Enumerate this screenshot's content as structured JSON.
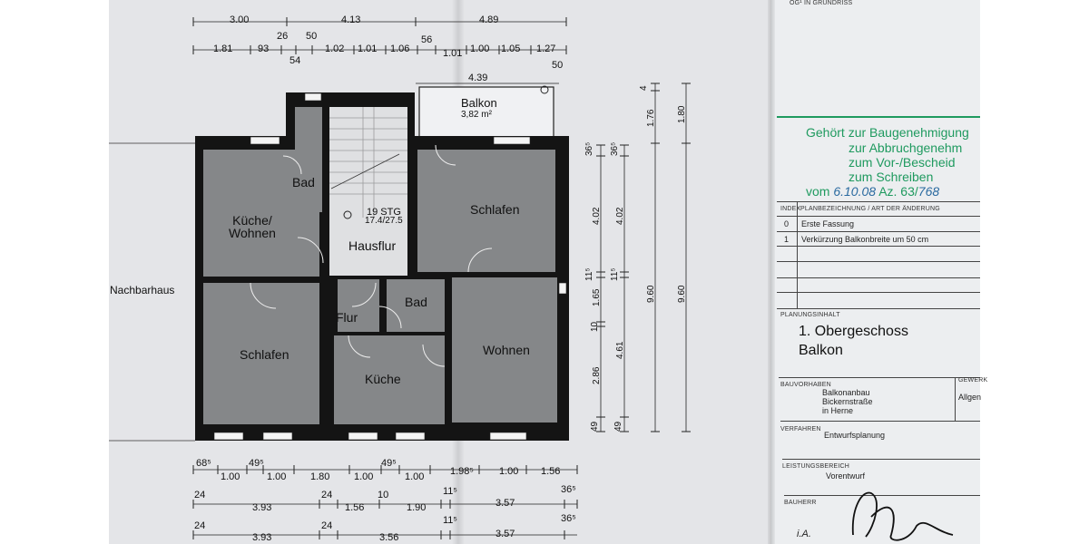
{
  "plan": {
    "rooms": {
      "balkon": "Balkon",
      "balkon_area": "3,82 m²",
      "bad_top": "Bad",
      "kueche_wohnen": "Küche/\nWohnen",
      "stairs": "19 STG",
      "stairs_ratio": "17.4/27.5",
      "hausflur": "Hausflur",
      "schlafen_right": "Schlafen",
      "schlafen_left": "Schlafen",
      "flur": "Flur",
      "bad_mid": "Bad",
      "kueche": "Küche",
      "wohnen": "Wohnen",
      "nachbarhaus": "Nachbarhaus"
    },
    "top_dims": {
      "row1": [
        "3.00",
        "4.13",
        "4.89"
      ],
      "row2": [
        "1.81",
        "93",
        "26",
        "50",
        "54",
        "1.02",
        "1.01",
        "1.06",
        "56",
        "1.01",
        "1.00",
        "1.05",
        "1.27"
      ],
      "balkon_width": "4.39",
      "balkon_right": "50"
    },
    "right_dims": {
      "col1": [
        "36⁵",
        "4.02",
        "11⁵",
        "1.65",
        "10",
        "2.86",
        "49"
      ],
      "col2": [
        "36⁵",
        "4.02",
        "11⁵",
        "4.61",
        "49"
      ],
      "col3": [
        "4",
        "1.76",
        "9.60"
      ],
      "col4": [
        "1.80",
        "9.60"
      ]
    },
    "bottom_dims": {
      "row1": [
        "68⁵",
        "1.00",
        "49⁵",
        "1.00",
        "1.80",
        "1.00",
        "49⁵",
        "1.00",
        "1.98⁵",
        "1.00",
        "1.56"
      ],
      "row2": [
        "24",
        "3.93",
        "24",
        "1.56",
        "10",
        "1.90",
        "11⁵",
        "3.57",
        "36⁵"
      ],
      "row3": [
        "24",
        "3.93",
        "24",
        "3.56",
        "11⁵",
        "3.57",
        "36⁵"
      ]
    }
  },
  "stamp": {
    "line1": "Gehört zur Baugenehmigung",
    "line2": "zur Abbruchgenehm",
    "line3": "zum Vor-/Bescheid",
    "line4": "zum Schreiben",
    "line5_prefix": "vom",
    "line5_date": "6.10.08",
    "line5_az": "Az. 63/",
    "line5_num": "768"
  },
  "title_block": {
    "top_note": "OG¹ IN GRUNDRISS",
    "index_header": "INDEX",
    "change_header": "PLANBEZEICHNUNG / ART DER ÄNDERUNG",
    "changes": [
      {
        "index": "0",
        "text": "Erste Fassung"
      },
      {
        "index": "1",
        "text": "Verkürzung Balkonbreite um 50 cm"
      }
    ],
    "planinhalt_label": "PLANUNGSINHALT",
    "planinhalt_line1": "1. Obergeschoss",
    "planinhalt_line2": "Balkon",
    "bauvorhaben_label": "BAUVORHABEN",
    "bauvorhaben_lines": [
      "Balkonanbau",
      "Bickernstraße",
      "in Herne"
    ],
    "gewerk_label": "GEWERK",
    "gewerk_value": "Allgen",
    "verfahren_label": "VERFAHREN",
    "verfahren_value": "Entwurfsplanung",
    "leistung_label": "LEISTUNGSBEREICH",
    "leistung_value": "Vorentwurf",
    "bauherr_label": "BAUHERR",
    "bauherr_initial": "i.A."
  },
  "colors": {
    "wall": "#141414",
    "room_fill": "#858789",
    "stair_fill": "#dfe0e2",
    "stamp": "#1f9a5f"
  }
}
